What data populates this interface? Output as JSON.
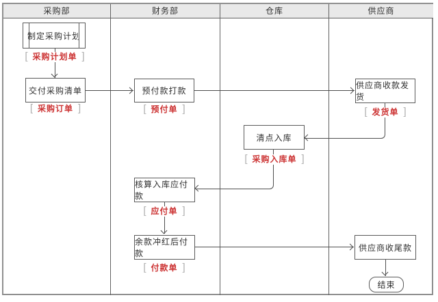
{
  "lanes": [
    {
      "label": "采购部"
    },
    {
      "label": "财务部"
    },
    {
      "label": "仓库"
    },
    {
      "label": "供应商"
    }
  ],
  "nodes": {
    "make_plan": {
      "label": "制定采购计划",
      "shape": "predefined-process"
    },
    "deliver_list": {
      "label": "交付采购清单",
      "shape": "process"
    },
    "prepay": {
      "label": "预付款打款",
      "shape": "process"
    },
    "supplier_ship": {
      "label": "供应商收款发货",
      "shape": "process"
    },
    "stock_in": {
      "label": "清点入库",
      "shape": "process"
    },
    "calc_payable": {
      "label": "核算入库应付款",
      "shape": "process"
    },
    "balance_pay": {
      "label": "余款冲红后付款",
      "shape": "process"
    },
    "supplier_final": {
      "label": "供应商收尾款",
      "shape": "process"
    },
    "end": {
      "label": "结束",
      "shape": "terminator"
    }
  },
  "doc_labels": {
    "plan_doc": "采购计划单",
    "order_doc": "采购订单",
    "prepay_doc": "预付单",
    "ship_doc": "发货单",
    "stockin_doc": "采购入库单",
    "payable_doc": "应付单",
    "payment_doc": "付款单"
  },
  "decor": {
    "bracket_open": "[",
    "bracket_close": "]"
  },
  "edges": [
    {
      "from": "make_plan",
      "to": "deliver_list",
      "doc": "采购计划单"
    },
    {
      "from": "deliver_list",
      "to": "prepay",
      "doc": "采购订单"
    },
    {
      "from": "prepay",
      "to": "supplier_ship",
      "doc": "预付单"
    },
    {
      "from": "supplier_ship",
      "to": "stock_in",
      "doc": "发货单"
    },
    {
      "from": "stock_in",
      "to": "calc_payable",
      "doc": "采购入库单"
    },
    {
      "from": "calc_payable",
      "to": "balance_pay",
      "doc": "应付单"
    },
    {
      "from": "balance_pay",
      "to": "supplier_final",
      "doc": "付款单"
    },
    {
      "from": "supplier_final",
      "to": "end",
      "doc": ""
    }
  ],
  "colors": {
    "doc_label_red": "#cc3333",
    "connector_gray": "#4d4d4d",
    "header_bg": "#e9e9e9",
    "bracket_gray": "#b0b0b0",
    "frame_border": "#8f8f8f"
  }
}
